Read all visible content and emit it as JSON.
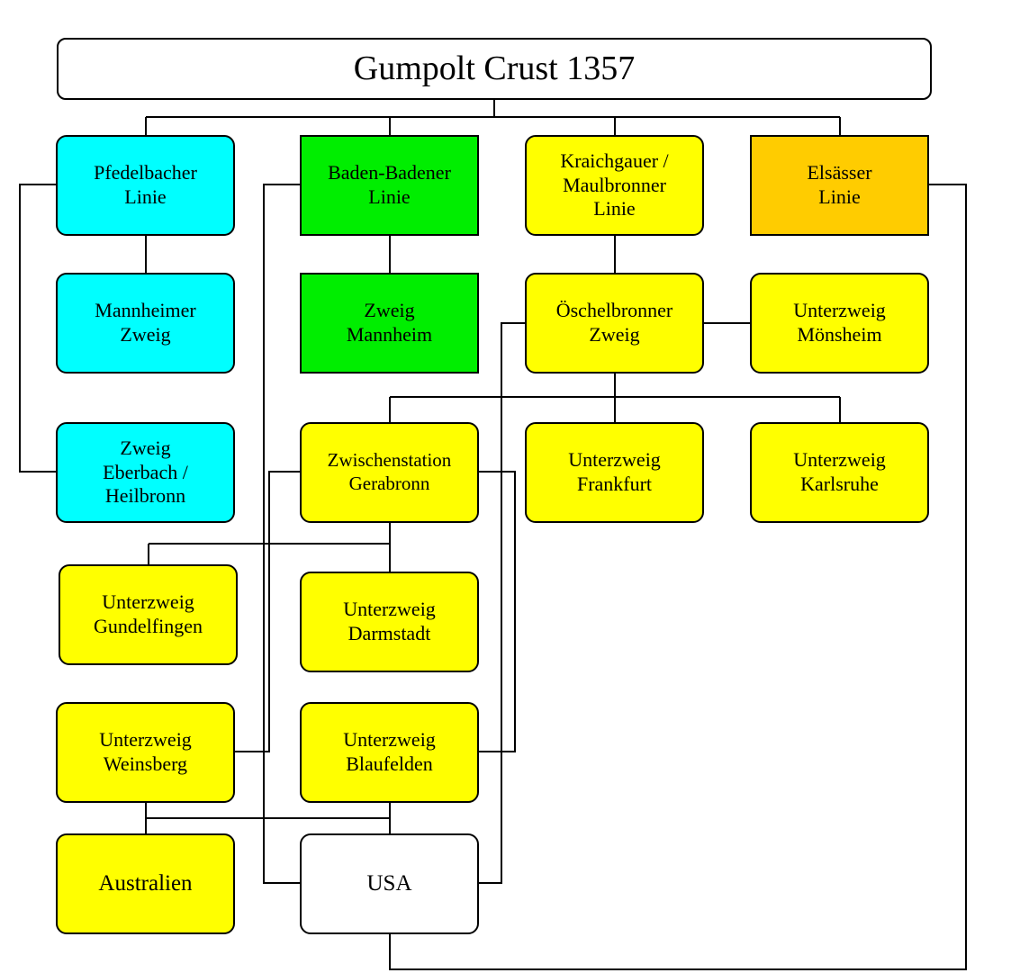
{
  "title": "Gumpolt Crust 1357",
  "colors": {
    "cyan": "#00ffff",
    "green": "#00ee00",
    "yellow": "#ffff00",
    "orange": "#ffcc00",
    "white": "#ffffff",
    "line": "#000000"
  },
  "nodes": {
    "pfedelbacher": {
      "label": "Pfedelbacher\nLinie",
      "color": "#00ffff"
    },
    "baden": {
      "label": "Baden-Badener\nLinie",
      "color": "#00ee00"
    },
    "kraichgauer": {
      "label": "Kraichgauer /\nMaulbronner\nLinie",
      "color": "#ffff00"
    },
    "elsasser": {
      "label": "Elsässer\nLinie",
      "color": "#ffcc00"
    },
    "mannheimer": {
      "label": "Mannheimer\nZweig",
      "color": "#00ffff"
    },
    "zweig_mannheim": {
      "label": "Zweig\nMannheim",
      "color": "#00ee00"
    },
    "oschelbronner": {
      "label": "Öschelbronner\nZweig",
      "color": "#ffff00"
    },
    "monsheim": {
      "label": "Unterzweig\nMönsheim",
      "color": "#ffff00"
    },
    "eberbach": {
      "label": "Zweig\nEberbach /\nHeilbronn",
      "color": "#00ffff"
    },
    "gerabronn": {
      "label": "Zwischenstation\nGerabronn",
      "color": "#ffff00"
    },
    "frankfurt": {
      "label": "Unterzweig\nFrankfurt",
      "color": "#ffff00"
    },
    "karlsruhe": {
      "label": "Unterzweig\nKarlsruhe",
      "color": "#ffff00"
    },
    "gundelfingen": {
      "label": "Unterzweig\nGundelfingen",
      "color": "#ffff00"
    },
    "darmstadt": {
      "label": "Unterzweig\nDarmstadt",
      "color": "#ffff00"
    },
    "weinsberg": {
      "label": "Unterzweig\nWeinsberg",
      "color": "#ffff00"
    },
    "blaufelden": {
      "label": "Unterzweig\nBlaufelden",
      "color": "#ffff00"
    },
    "australien": {
      "label": "Australien",
      "color": "#ffff00"
    },
    "usa": {
      "label": "USA",
      "color": "#ffffff"
    }
  }
}
